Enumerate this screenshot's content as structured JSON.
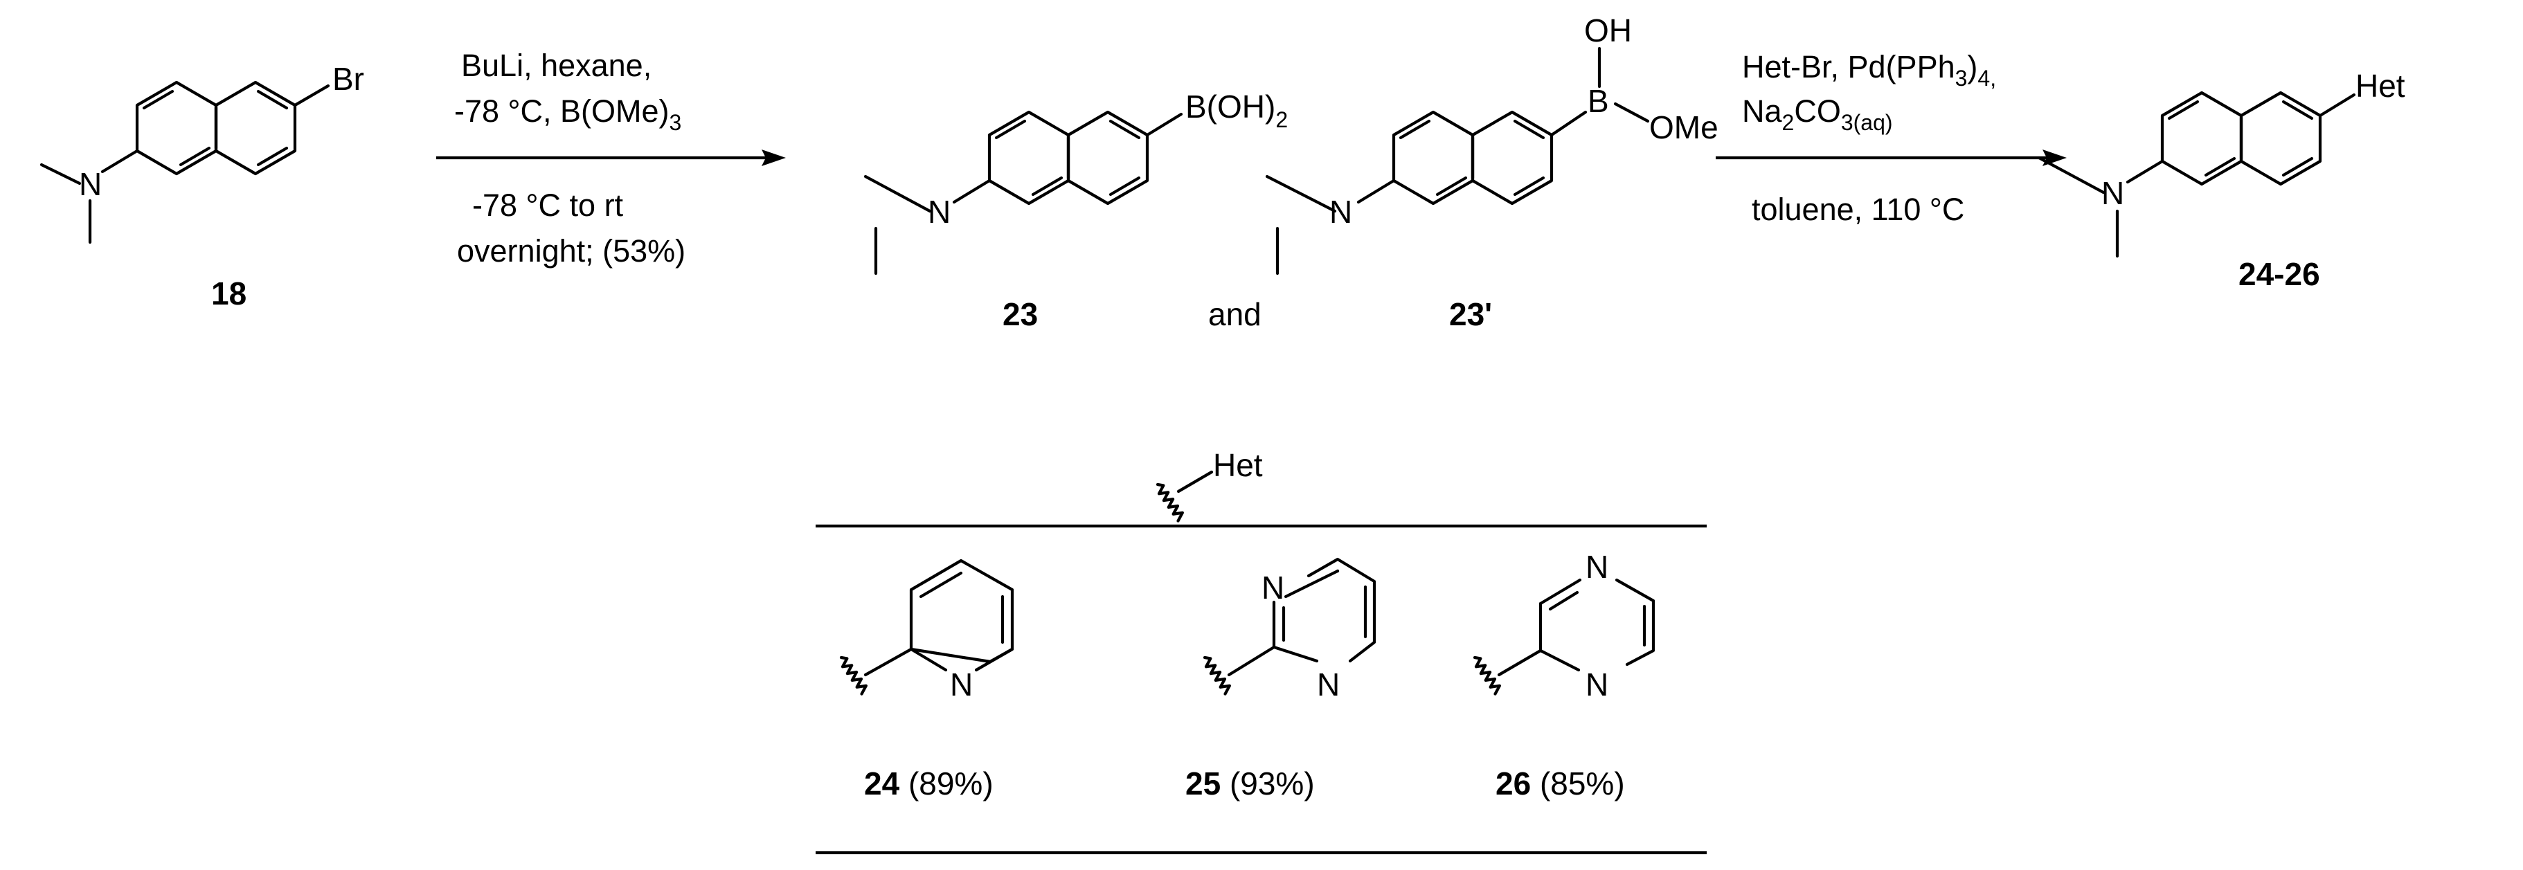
{
  "atoms": {
    "nitrogen": "N",
    "bromine": "Br",
    "boronic_acid": "B(OH)",
    "boronic_acid_sub": "2",
    "boron": "B",
    "hydroxyl": "OH",
    "methoxy": "OMe",
    "het": "Het"
  },
  "compounds": {
    "c18": "18",
    "c23": "23",
    "and": "and",
    "c23p": "23'",
    "c24_26": "24-26"
  },
  "step1": {
    "line1": "BuLi, hexane,",
    "line2_a": "-78 °C, B(OMe)",
    "line2_sub": "3",
    "line3": "-78 °C to rt",
    "line4": "overnight; (53%)"
  },
  "step2": {
    "line1_a": "Het-Br, Pd(PPh",
    "line1_sub": "3",
    "line1_b": ")",
    "line1_sub2": "4,",
    "line2_a": "Na",
    "line2_sub": "2",
    "line2_b": "CO",
    "line2_sub2": "3(aq)",
    "line3": "toluene, 110 °C"
  },
  "table": {
    "header": "Het",
    "rows": [
      {
        "num": "24",
        "yield": " (89%)"
      },
      {
        "num": "25",
        "yield": " (93%)"
      },
      {
        "num": "26",
        "yield": " (85%)"
      }
    ]
  }
}
